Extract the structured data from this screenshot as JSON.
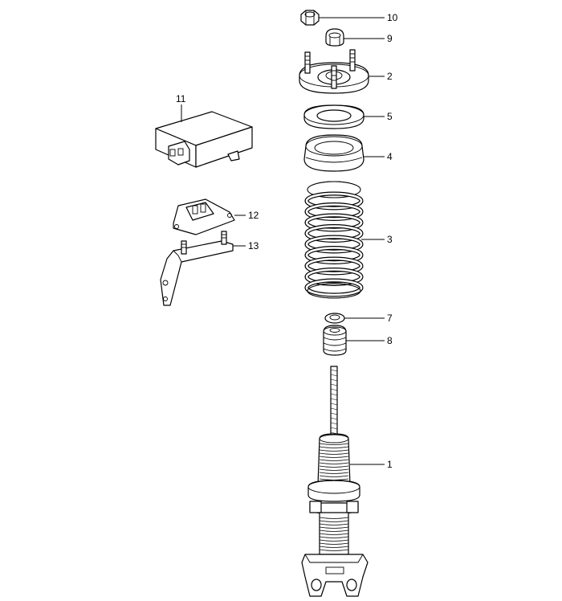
{
  "callouts": {
    "c1": "1",
    "c2": "2",
    "c3": "3",
    "c4": "4",
    "c5": "5",
    "c7": "7",
    "c8": "8",
    "c9": "9",
    "c10": "10",
    "c11": "11",
    "c12": "12",
    "c13": "13"
  }
}
